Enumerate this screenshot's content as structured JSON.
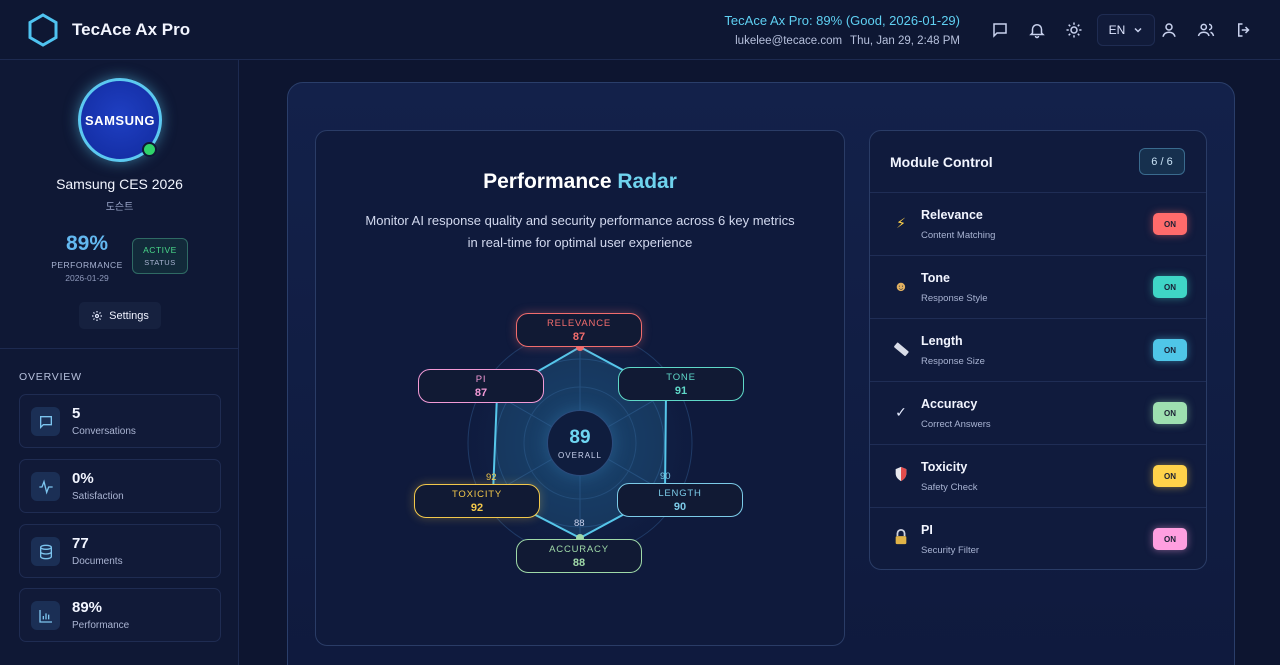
{
  "header": {
    "app_title": "TecAce Ax Pro",
    "status": "TecAce Ax Pro: 89% (Good, 2026-01-29)",
    "email": "lukelee@tecace.com",
    "datetime": "Thu, Jan 29, 2:48 PM",
    "language": "EN",
    "icons": [
      "chat-icon",
      "bell-icon",
      "sun-icon",
      "user-icon",
      "users-icon",
      "logout-icon"
    ]
  },
  "sidebar": {
    "avatar_text": "SAMSUNG",
    "org_name": "Samsung CES 2026",
    "org_sub": "도슨트",
    "performance_value": "89%",
    "performance_label": "PERFORMANCE",
    "performance_date": "2026-01-29",
    "status_badge": {
      "line1": "ACTIVE",
      "line2": "STATUS"
    },
    "settings_label": "Settings",
    "overview_title": "OVERVIEW",
    "stats": [
      {
        "value": "5",
        "label": "Conversations",
        "icon": "chat-icon"
      },
      {
        "value": "0%",
        "label": "Satisfaction",
        "icon": "activity-icon"
      },
      {
        "value": "77",
        "label": "Documents",
        "icon": "database-icon"
      },
      {
        "value": "89%",
        "label": "Performance",
        "icon": "bar-chart-icon"
      }
    ]
  },
  "radar": {
    "title_prefix": "Performance",
    "title_accent": "Radar",
    "description_line1": "Monitor AI response quality and security performance across 6 key metrics",
    "description_line2": "in real-time for optimal user experience",
    "overall_value": "89",
    "overall_label": "OVERALL",
    "metrics": [
      {
        "label": "RELEVANCE",
        "value": "87",
        "color": "#f26d6d"
      },
      {
        "label": "TONE",
        "value": "91",
        "color": "#5fd8c8"
      },
      {
        "label": "LENGTH",
        "value": "90",
        "color": "#7ccbe8"
      },
      {
        "label": "ACCURACY",
        "value": "88",
        "color": "#9fd9a8"
      },
      {
        "label": "TOXICITY",
        "value": "92",
        "color": "#f2c84b"
      },
      {
        "label": "PI",
        "value": "87",
        "color": "#f29ad6"
      }
    ],
    "axis_labels": {
      "toxicity": "92",
      "length": "90",
      "accuracy": "88"
    }
  },
  "modules": {
    "title": "Module Control",
    "count": "6 / 6",
    "items": [
      {
        "name": "Relevance",
        "sub": "Content Matching",
        "state": "ON",
        "icon": "lightning-icon",
        "color": "#ff6b6b"
      },
      {
        "name": "Tone",
        "sub": "Response Style",
        "state": "ON",
        "icon": "masks-icon",
        "color": "#3fd6c6"
      },
      {
        "name": "Length",
        "sub": "Response Size",
        "state": "ON",
        "icon": "ruler-icon",
        "color": "#4fc6e8"
      },
      {
        "name": "Accuracy",
        "sub": "Correct Answers",
        "state": "ON",
        "icon": "check-icon",
        "color": "#9ee0b0"
      },
      {
        "name": "Toxicity",
        "sub": "Safety Check",
        "state": "ON",
        "icon": "shield-icon",
        "color": "#ffd24a"
      },
      {
        "name": "PI",
        "sub": "Security Filter",
        "state": "ON",
        "icon": "lock-icon",
        "color": "#ff9fe0"
      }
    ]
  }
}
